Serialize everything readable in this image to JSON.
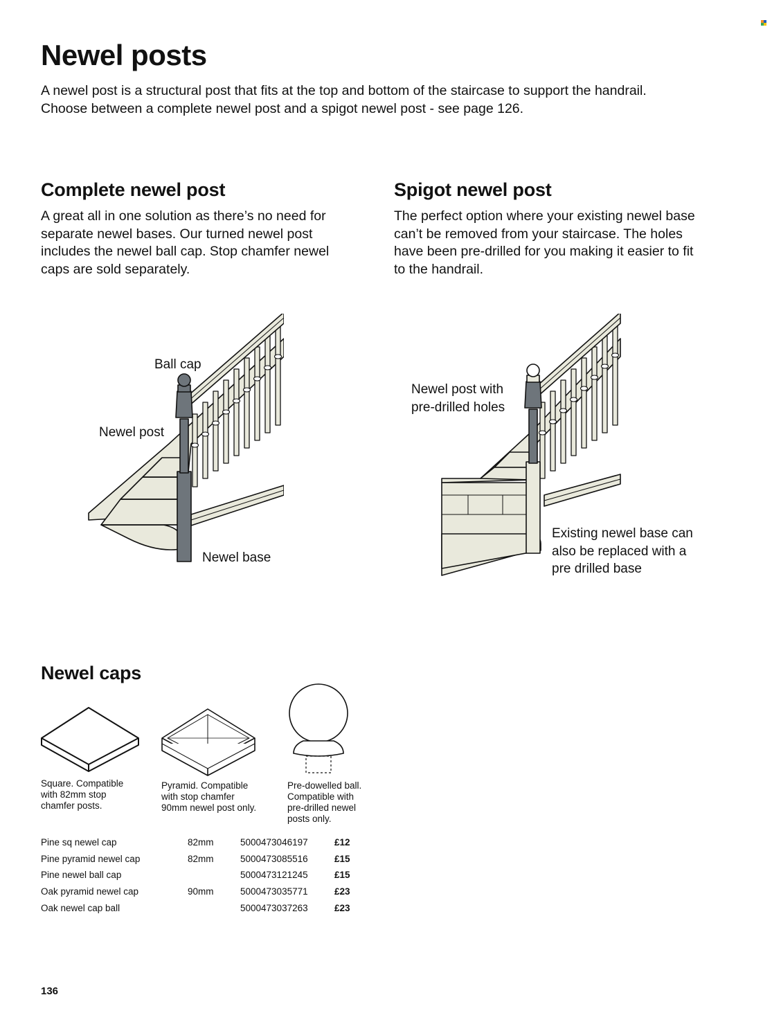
{
  "page": {
    "title": "Newel posts",
    "intro": "A newel post is a structural post that fits at the top and bottom of the staircase to support the handrail. Choose between a complete newel post and a spigot newel post - see page 126.",
    "page_number": "136"
  },
  "complete": {
    "heading": "Complete newel post",
    "body": "A great all in one solution as there’s no need for separate newel bases. Our turned newel post includes the newel ball cap. Stop chamfer newel caps are sold separately.",
    "labels": {
      "ball_cap": "Ball cap",
      "newel_post": "Newel post",
      "newel_base": "Newel base"
    }
  },
  "spigot": {
    "heading": "Spigot newel post",
    "body": "The perfect option where your existing newel base can’t be removed from your staircase. The holes have been pre-drilled for you making it easier to fit to the handrail.",
    "labels": {
      "newel_post_holes_1": "Newel post with",
      "newel_post_holes_2": "pre-drilled holes",
      "existing_1": "Existing newel base can",
      "existing_2": "also be replaced with a",
      "existing_3": "pre drilled base"
    }
  },
  "caps": {
    "heading": "Newel caps",
    "square_1": "Square. Compatible",
    "square_2": "with 82mm stop",
    "square_3": "chamfer posts.",
    "pyramid_1": "Pyramid. Compatible",
    "pyramid_2": "with stop chamfer",
    "pyramid_3": "90mm newel post only.",
    "ball_1": "Pre-dowelled ball.",
    "ball_2": "Compatible with",
    "ball_3": "pre-drilled newel",
    "ball_4": "posts only."
  },
  "products": [
    {
      "name": "Pine sq newel cap",
      "size": "82mm",
      "ean": "5000473046197",
      "price": "£12"
    },
    {
      "name": "Pine pyramid newel cap",
      "size": "82mm",
      "ean": "5000473085516",
      "price": "£15"
    },
    {
      "name": "Pine newel ball cap",
      "size": "",
      "ean": "5000473121245",
      "price": "£15"
    },
    {
      "name": "Oak pyramid newel cap",
      "size": "90mm",
      "ean": "5000473035771",
      "price": "£23"
    },
    {
      "name": "Oak newel cap ball",
      "size": "",
      "ean": "5000473037263",
      "price": "£23"
    }
  ],
  "colors": {
    "stair_fill": "#e9e9dc",
    "post_fill": "#6e757b",
    "line": "#111111",
    "logo_orange": "#f28c28",
    "logo_blue": "#1f5fbf",
    "logo_green": "#3aa655",
    "logo_yellow": "#f5c400"
  }
}
